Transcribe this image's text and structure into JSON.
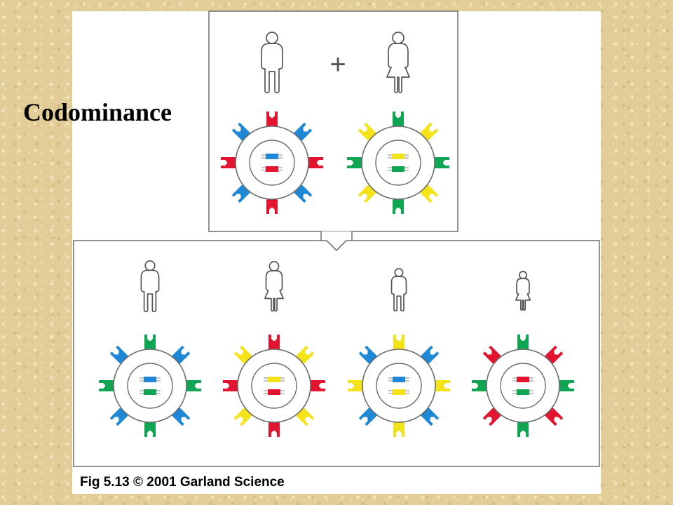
{
  "slide": {
    "title": "Codominance",
    "caption": "Fig 5.13  © 2001 Garland Science"
  },
  "diagram": {
    "operator_symbol": "+",
    "parents": [
      {
        "name": "father",
        "sex": "male",
        "chromosome_alleles": [
          "blue",
          "red"
        ]
      },
      {
        "name": "mother",
        "sex": "female",
        "chromosome_alleles": [
          "yellow",
          "green"
        ]
      }
    ],
    "offspring": [
      {
        "name": "son",
        "sex": "male",
        "chromosome_alleles": [
          "blue",
          "green"
        ]
      },
      {
        "name": "daughter",
        "sex": "female",
        "chromosome_alleles": [
          "yellow",
          "red"
        ]
      },
      {
        "name": "young-son",
        "sex": "male",
        "chromosome_alleles": [
          "blue",
          "yellow"
        ]
      },
      {
        "name": "young-daughter",
        "sex": "female",
        "chromosome_alleles": [
          "red",
          "green"
        ]
      }
    ]
  },
  "colors": {
    "red": "#e2142f",
    "blue": "#1e88d6",
    "yellow": "#f4e319",
    "green": "#10a552",
    "outline": "#6a6a6a"
  }
}
